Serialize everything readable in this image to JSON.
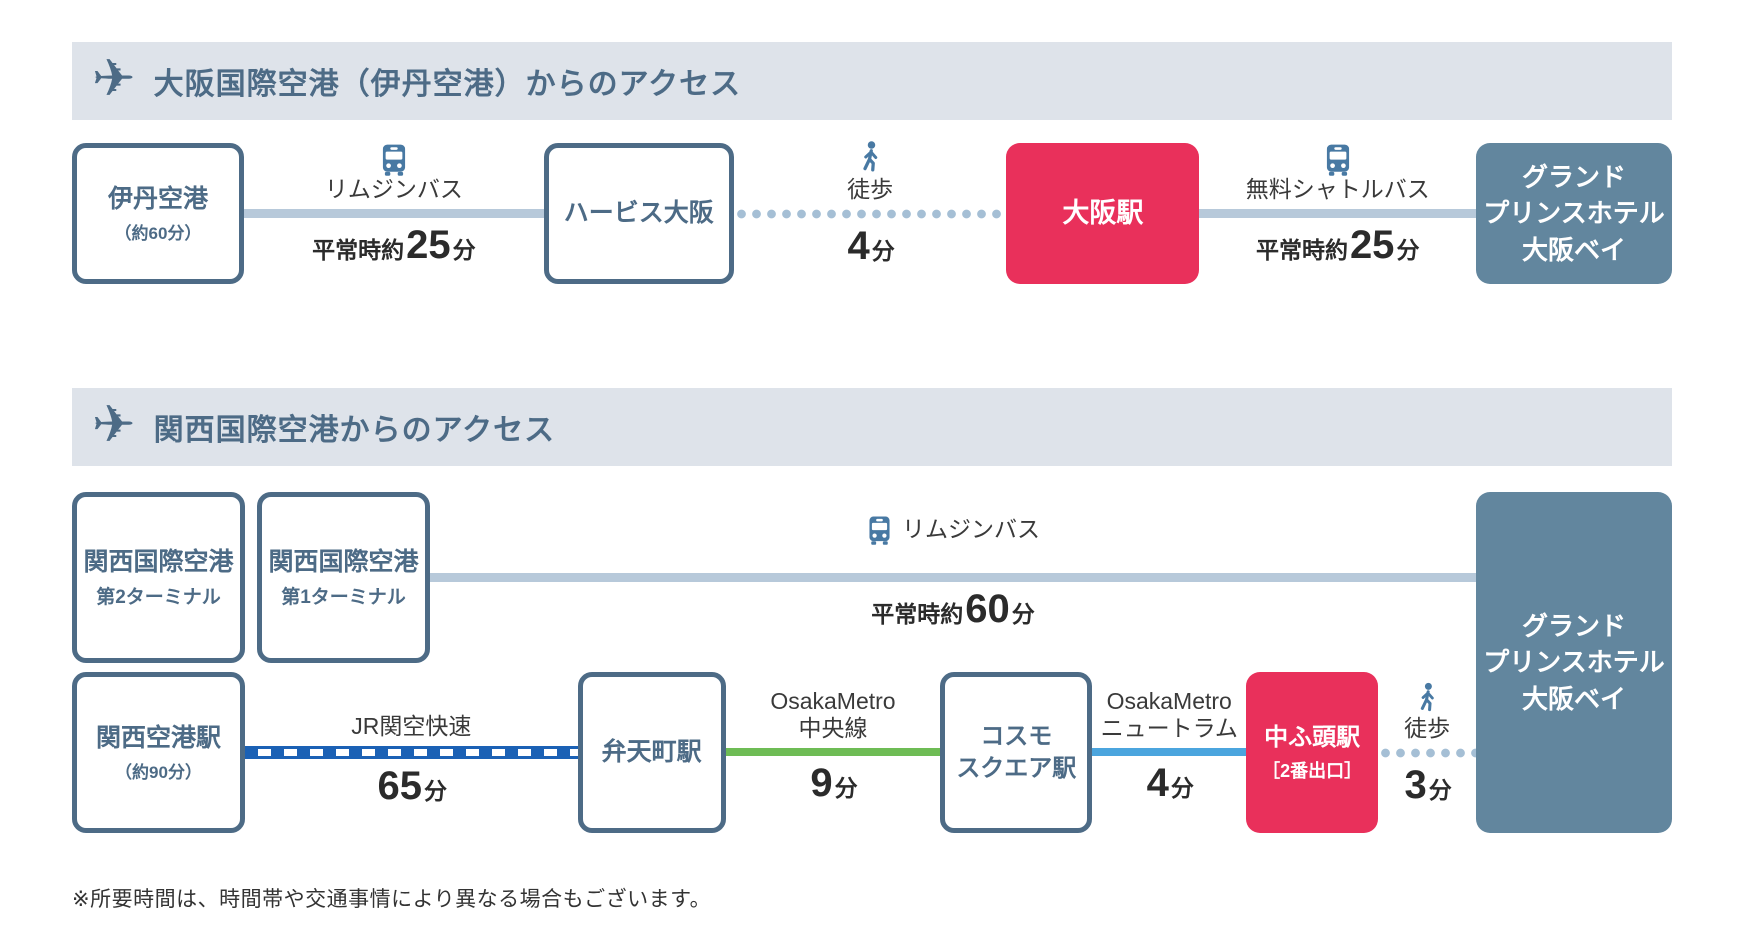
{
  "itami": {
    "header": "大阪国際空港（伊丹空港）からのアクセス",
    "origin": {
      "name": "伊丹空港",
      "sub": "（約60分）"
    },
    "limousine": {
      "label": "リムジンバス",
      "prefix": "平常時約",
      "num": "25",
      "unit": "分"
    },
    "herbis": {
      "name": "ハービス大阪"
    },
    "walk": {
      "label": "徒歩",
      "num": "4",
      "unit": "分"
    },
    "osaka_station": {
      "name": "大阪駅"
    },
    "shuttle": {
      "label": "無料シャトルバス",
      "prefix": "平常時約",
      "num": "25",
      "unit": "分"
    },
    "hotel": {
      "name": "グランド\nプリンスホテル\n大阪ベイ"
    }
  },
  "kansai": {
    "header": "関西国際空港からのアクセス",
    "terminal2": {
      "name": "関西国際空港",
      "sub": "第2ターミナル"
    },
    "terminal1": {
      "name": "関西国際空港",
      "sub": "第1ターミナル"
    },
    "limousine": {
      "label": "リムジンバス",
      "prefix": "平常時約",
      "num": "60",
      "unit": "分"
    },
    "kix_station": {
      "name": "関西空港駅",
      "sub": "（約90分）"
    },
    "jr": {
      "label": "JR関空快速",
      "num": "65",
      "unit": "分"
    },
    "bentencho": {
      "name": "弁天町駅"
    },
    "chuo": {
      "label": "OsakaMetro\n中央線",
      "num": "9",
      "unit": "分"
    },
    "cosmosquare": {
      "name": "コスモ\nスクエア駅"
    },
    "nutram": {
      "label": "OsakaMetro\nニュートラム",
      "num": "4",
      "unit": "分"
    },
    "nakafuto": {
      "name": "中ふ頭駅",
      "sub": "［2番出口］"
    },
    "walk": {
      "label": "徒歩",
      "num": "3",
      "unit": "分"
    },
    "hotel": {
      "name": "グランド\nプリンスホテル\n大阪ベイ"
    }
  },
  "footnote": "※所要時間は、時間帯や交通事情により異なる場合もございます。",
  "colors": {
    "accent_pink": "#e9305b",
    "hotel_slate": "#62869e",
    "border_slate": "#4d6b86",
    "header_band_bg": "#dee3ea",
    "solid_line": "#b7c9da",
    "dotted_line": "#a5bfd5",
    "jr_blue": "#1b61b5",
    "metro_chuo_green": "#6ebc55",
    "nutram_light_blue": "#4ba5de",
    "icon_blue": "#4879a3"
  }
}
